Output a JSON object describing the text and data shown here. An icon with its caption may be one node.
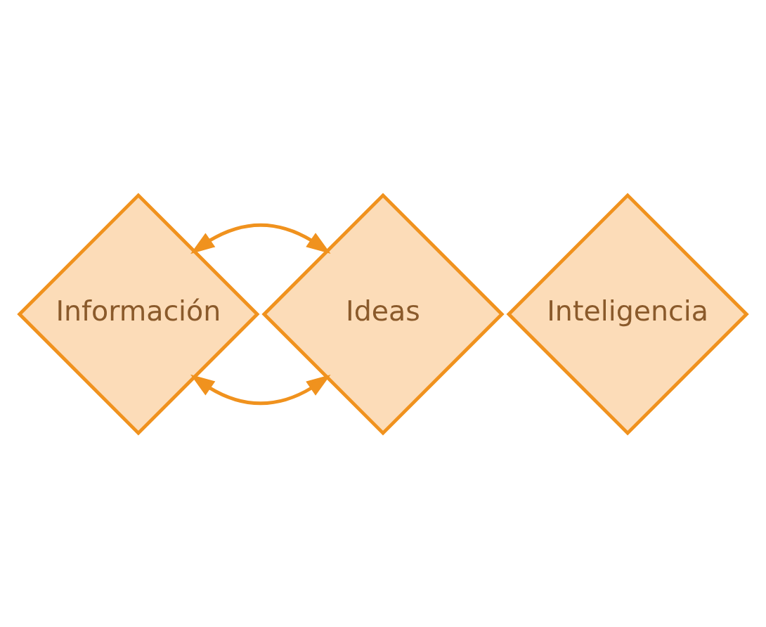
{
  "diagram": {
    "nodes": [
      {
        "text": [
          "Información"
        ]
      },
      {
        "text": [
          "Inteligencia"
        ]
      },
      {
        "text": [
          "Ideas"
        ]
      }
    ],
    "edges": [
      {
        "from": 0,
        "to": 2,
        "arrow": "both"
      },
      {
        "from": 0,
        "to": 2,
        "arrow": "both"
      }
    ]
  }
}
